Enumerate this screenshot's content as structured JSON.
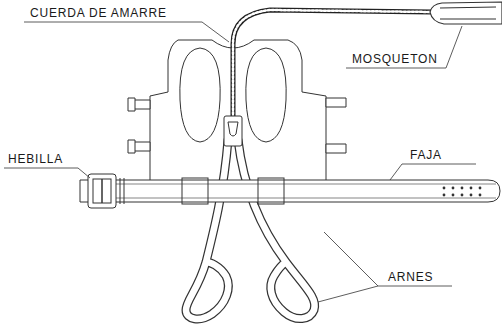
{
  "diagram": {
    "labels": [
      "CUERDA DE AMARRE",
      "MOSQUETON",
      "HEBILLA",
      "FAJA",
      "ARNES"
    ]
  }
}
